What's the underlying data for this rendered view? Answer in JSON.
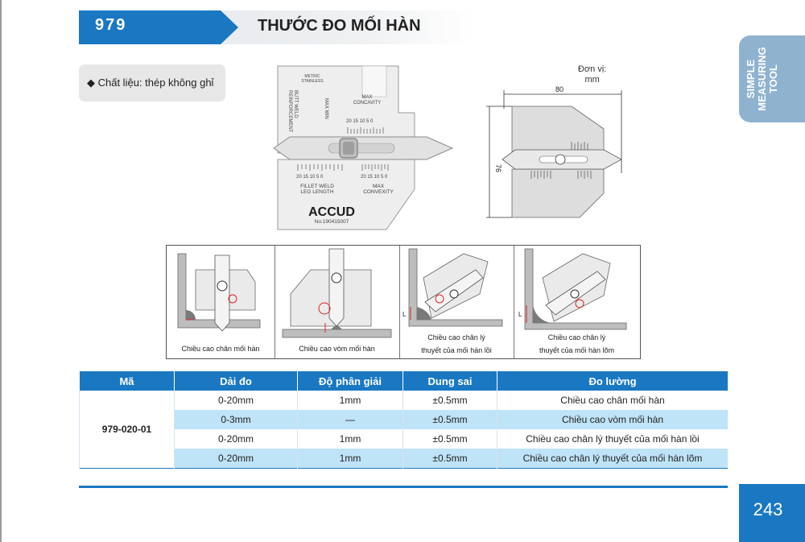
{
  "header": {
    "code": "979",
    "title": "THƯỚC ĐO MỐI HÀN"
  },
  "side_tab": {
    "line1": "SIMPLE",
    "line2": "MEASURING TOOL"
  },
  "material": "◆ Chất liệu: thép không ghỉ",
  "photo_labels": {
    "metric": "METRIC",
    "stainless": "STAINLESS",
    "max_concavity_1": "MAX",
    "max_concavity_2": "CONCAVITY",
    "butt_weld_1": "BUTT WELD",
    "butt_weld_2": "REINFORCEMENT",
    "max_min": "MAX MIN",
    "scale_top": "20 15 10  5   0",
    "scale_left": "20  15  10  5  0",
    "scale_right": "20 15 10  5  0",
    "fillet_1": "FILLET WELD",
    "fillet_2": "LEG LENGTH",
    "convexity_1": "MAX",
    "convexity_2": "CONVEXITY",
    "brand": "ACCUD",
    "serial": "No.190415007"
  },
  "drawing": {
    "unit_line1": "Đơn vị:",
    "unit_line2": "mm",
    "width_dim": "80",
    "height_dim": "76"
  },
  "diagrams": [
    {
      "caption": "Chiều cao chân mối hàn"
    },
    {
      "caption": "Chiều cao vòm mối hàn"
    },
    {
      "caption1": "Chiều cao chân lý",
      "caption2": "thuyết của mối hàn lồi"
    },
    {
      "caption1": "Chiều cao chân lý",
      "caption2": "thuyết của mối hàn lõm"
    }
  ],
  "diagram_letter": "L",
  "table": {
    "headers": [
      "Mã",
      "Dải đo",
      "Độ phân giải",
      "Dung sai",
      "Đo lường"
    ],
    "code": "979-020-01",
    "rows": [
      {
        "range": "0-20mm",
        "resolution": "1mm",
        "tolerance": "±0.5mm",
        "measure": "Chiều cao chân mối hàn"
      },
      {
        "range": "0-3mm",
        "resolution": "—",
        "tolerance": "±0.5mm",
        "measure": "Chiều cao vòm mối hàn"
      },
      {
        "range": "0-20mm",
        "resolution": "1mm",
        "tolerance": "±0.5mm",
        "measure": "Chiều cao chân lý thuyết của mối hàn lồi"
      },
      {
        "range": "0-20mm",
        "resolution": "1mm",
        "tolerance": "±0.5mm",
        "measure": "Chiều cao chân lý thuyết của mối hàn lõm"
      }
    ]
  },
  "page_number": "243",
  "colors": {
    "accent": "#1a78c2",
    "row_highlight": "#bfe3f7",
    "side_tab": "#8fb2cf",
    "material_bg": "#e7e7e7"
  }
}
